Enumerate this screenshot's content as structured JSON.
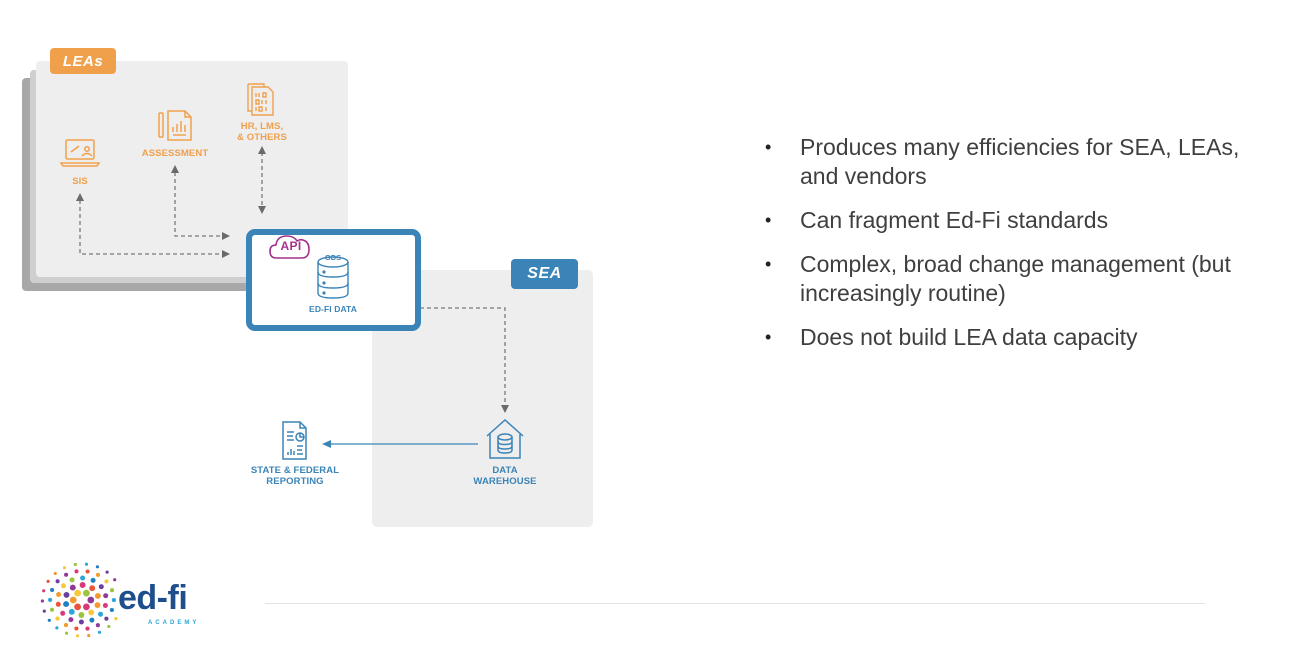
{
  "diagram": {
    "lea_tag": "LEAs",
    "sea_tag": "SEA",
    "api_label": "API",
    "ods_label": "ODS",
    "nodes": {
      "sis": "SIS",
      "assessment": "ASSESSMENT",
      "hr_line1": "HR, LMS,",
      "hr_line2": "& OTHERS",
      "edfi_data": "ED-FI DATA",
      "warehouse_line1": "DATA",
      "warehouse_line2": "WAREHOUSE",
      "reporting_line1": "STATE & FEDERAL",
      "reporting_line2": "REPORTING"
    }
  },
  "bullets": [
    "Produces many efficiencies for SEA, LEAs, and vendors",
    "Can fragment Ed-Fi standards",
    "Complex, broad change management (but increasingly routine)",
    "Does not build LEA data capacity"
  ],
  "logo": {
    "name": "ed-fi",
    "subtitle": "ACADEMY"
  },
  "colors": {
    "orange": "#F0A04B",
    "blue": "#3A84B8",
    "panel_gray": "#EEEEEE",
    "api_purple": "#A4308A"
  }
}
